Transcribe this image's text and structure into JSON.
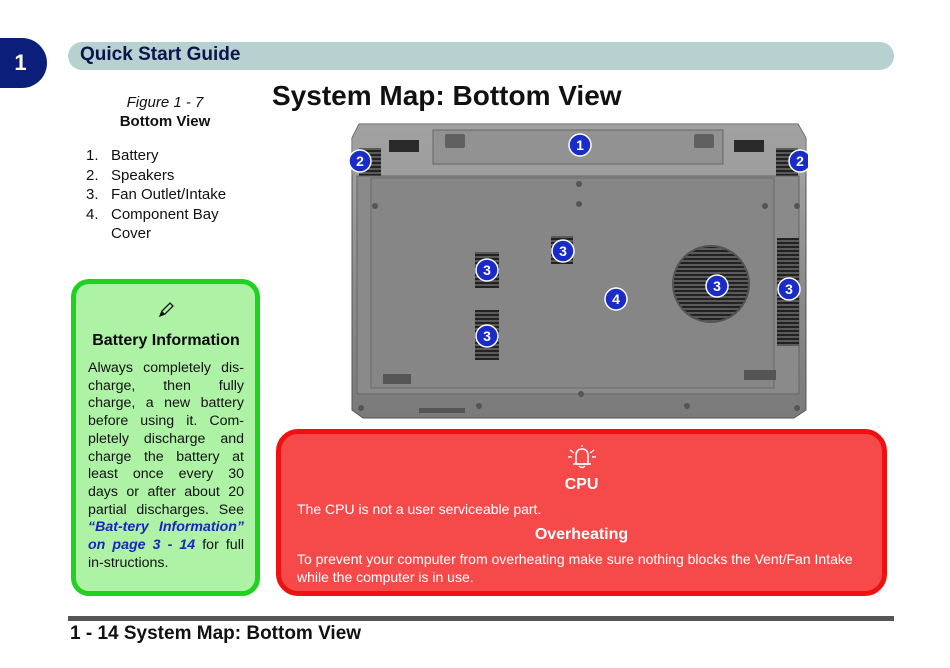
{
  "chapter_tab": "1",
  "header": {
    "title": "Quick Start Guide"
  },
  "page_title": "System Map: Bottom View",
  "figure": {
    "number": "Figure 1 - 7",
    "name": "Bottom View"
  },
  "legend": [
    {
      "num": "1.",
      "label": "Battery"
    },
    {
      "num": "2.",
      "label": "Speakers"
    },
    {
      "num": "3.",
      "label": "Fan Outlet/Intake"
    },
    {
      "num": "4.",
      "label": "Component Bay Cover"
    }
  ],
  "note": {
    "icon": "pencil-icon",
    "title": "Battery Information",
    "text_before": "Always completely dis-charge, then fully charge, a new battery before using it. Com-pletely discharge and charge the battery at least once every 30 days or after about 20 partial discharges. See ",
    "link_text": "“Bat-tery Information” on page 3 - 14",
    "text_after": " for full in-structions."
  },
  "laptop_callouts": [
    "1",
    "2",
    "2",
    "3",
    "3",
    "3",
    "3",
    "3",
    "4"
  ],
  "warning": {
    "icon": "alarm-bell-icon",
    "title": "CPU",
    "cpu_text": "The CPU is not a user serviceable part.",
    "title2": "Overheating",
    "overheat_text": "To prevent your computer from overheating make sure nothing blocks the Vent/Fan Intake while the computer is in use."
  },
  "footer": {
    "text": "1 - 14 System Map: Bottom View"
  },
  "colors": {
    "chapter_tab": "#0b1f7a",
    "header_bar": "#b7d0d0",
    "note_bg": "#aef2a6",
    "note_border": "#1fd21f",
    "warn_bg": "#f64a4a",
    "warn_border": "#ee1111",
    "callout": "#1a2cc7"
  }
}
